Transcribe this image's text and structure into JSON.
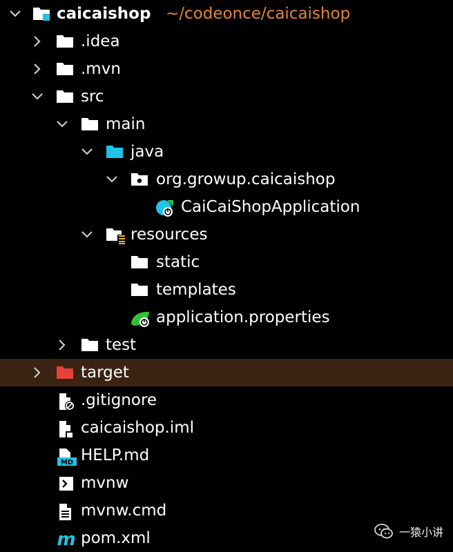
{
  "project": {
    "name": "caicaishop",
    "path": "~/codeonce/caicaishop"
  },
  "tree": {
    "idea": ".idea",
    "mvn": ".mvn",
    "src": "src",
    "main": "main",
    "java": "java",
    "package": "org.growup.caicaishop",
    "app_class": "CaiCaiShopApplication",
    "resources": "resources",
    "static": "static",
    "templates": "templates",
    "app_props": "application.properties",
    "test": "test",
    "target": "target",
    "gitignore": ".gitignore",
    "iml": "caicaishop.iml",
    "help": "HELP.md",
    "mvnw": "mvnw",
    "mvnw_cmd": "mvnw.cmd",
    "pom": "pom.xml"
  },
  "icons": {
    "folder": "folder-icon",
    "source_root": "source-root-folder-icon",
    "package": "package-icon",
    "spring_class": "spring-boot-class-icon",
    "resources_root": "resources-root-folder-icon",
    "excluded_folder": "excluded-folder-icon",
    "spring_properties": "spring-properties-icon",
    "ignored_file": "ignored-file-icon",
    "module_file": "module-file-icon",
    "markdown": "markdown-icon",
    "shell_script": "shell-script-icon",
    "text_file": "text-file-icon",
    "maven": "maven-icon"
  },
  "colors": {
    "background": "#000000",
    "selected_row": "#3a2313",
    "path_text": "#e0863a",
    "source_root": "#20c4e6",
    "excluded": "#e8403a",
    "spring_green": "#32c233",
    "maven_cyan": "#20c4e6"
  },
  "watermark": {
    "text": "一猿小讲"
  }
}
